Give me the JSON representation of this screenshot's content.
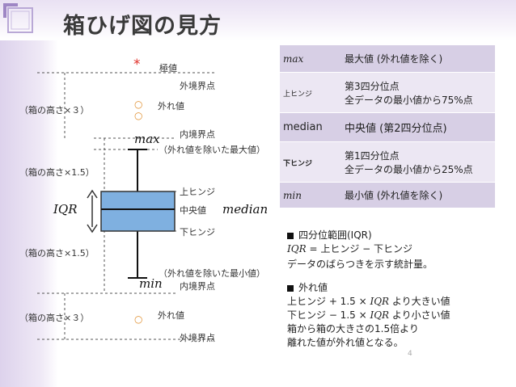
{
  "title": "箱ひげ図の見方",
  "page_number": "4",
  "labels": {
    "extreme": "極値",
    "outer_fence": "外境界点",
    "outlier": "外れ値",
    "box_times3": "（箱の高さ×３）",
    "inner_fence": "内境界点",
    "max_excluding": "（外れ値を除いた最大値）",
    "box_times15": "（箱の高さ×1.5）",
    "upper_hinge": "上ヒンジ",
    "median_value": "中央値",
    "lower_hinge": "下ヒンジ",
    "min_excluding": "（外れ値を除いた最小値）"
  },
  "math": {
    "max": "max",
    "min": "min",
    "iqr": "IQR",
    "median": "median",
    "asterisk": "*",
    "circle": "○"
  },
  "table": [
    {
      "term": "max",
      "term_style": "italic",
      "desc": [
        "最大値 (外れ値を除く)"
      ]
    },
    {
      "term": "上ヒンジ",
      "term_style": "small",
      "desc": [
        "第3四分位点",
        "全データの最小値から75%点"
      ]
    },
    {
      "term": "median",
      "term_style": "normal",
      "desc": [
        "中央値 (第2四分位点)"
      ]
    },
    {
      "term": "下ヒンジ",
      "term_style": "small",
      "desc": [
        "第1四分位点",
        "全データの最小値から25%点"
      ]
    },
    {
      "term": "min",
      "term_style": "italic",
      "desc": [
        "最小値 (外れ値を除く)"
      ]
    }
  ],
  "notes": {
    "iqr_heading": "四分位範囲(IQR)",
    "iqr_lhs": "IQR",
    "iqr_rhs": "= 上ヒンジ − 下ヒンジ",
    "iqr_desc": "データのばらつきを示す統計量。",
    "outlier_heading": "外れ値",
    "line1_pre": "上ヒンジ + 1.5 ×",
    "line1_var": "IQR",
    "line1_post": "より大きい値",
    "line2_pre": "下ヒンジ − 1.5 ×",
    "line2_var": "IQR",
    "line2_post": "より小さい値",
    "line3": "箱から箱の大きさの1.5倍より",
    "line4": "離れた値が外れ値となる。"
  },
  "colors": {
    "accent_purple": "#8b6bb8",
    "table_dark": "#d7cfe5",
    "table_light": "#ece7f3",
    "asterisk": "#e0302a",
    "outlier_circle": "#e09030"
  }
}
